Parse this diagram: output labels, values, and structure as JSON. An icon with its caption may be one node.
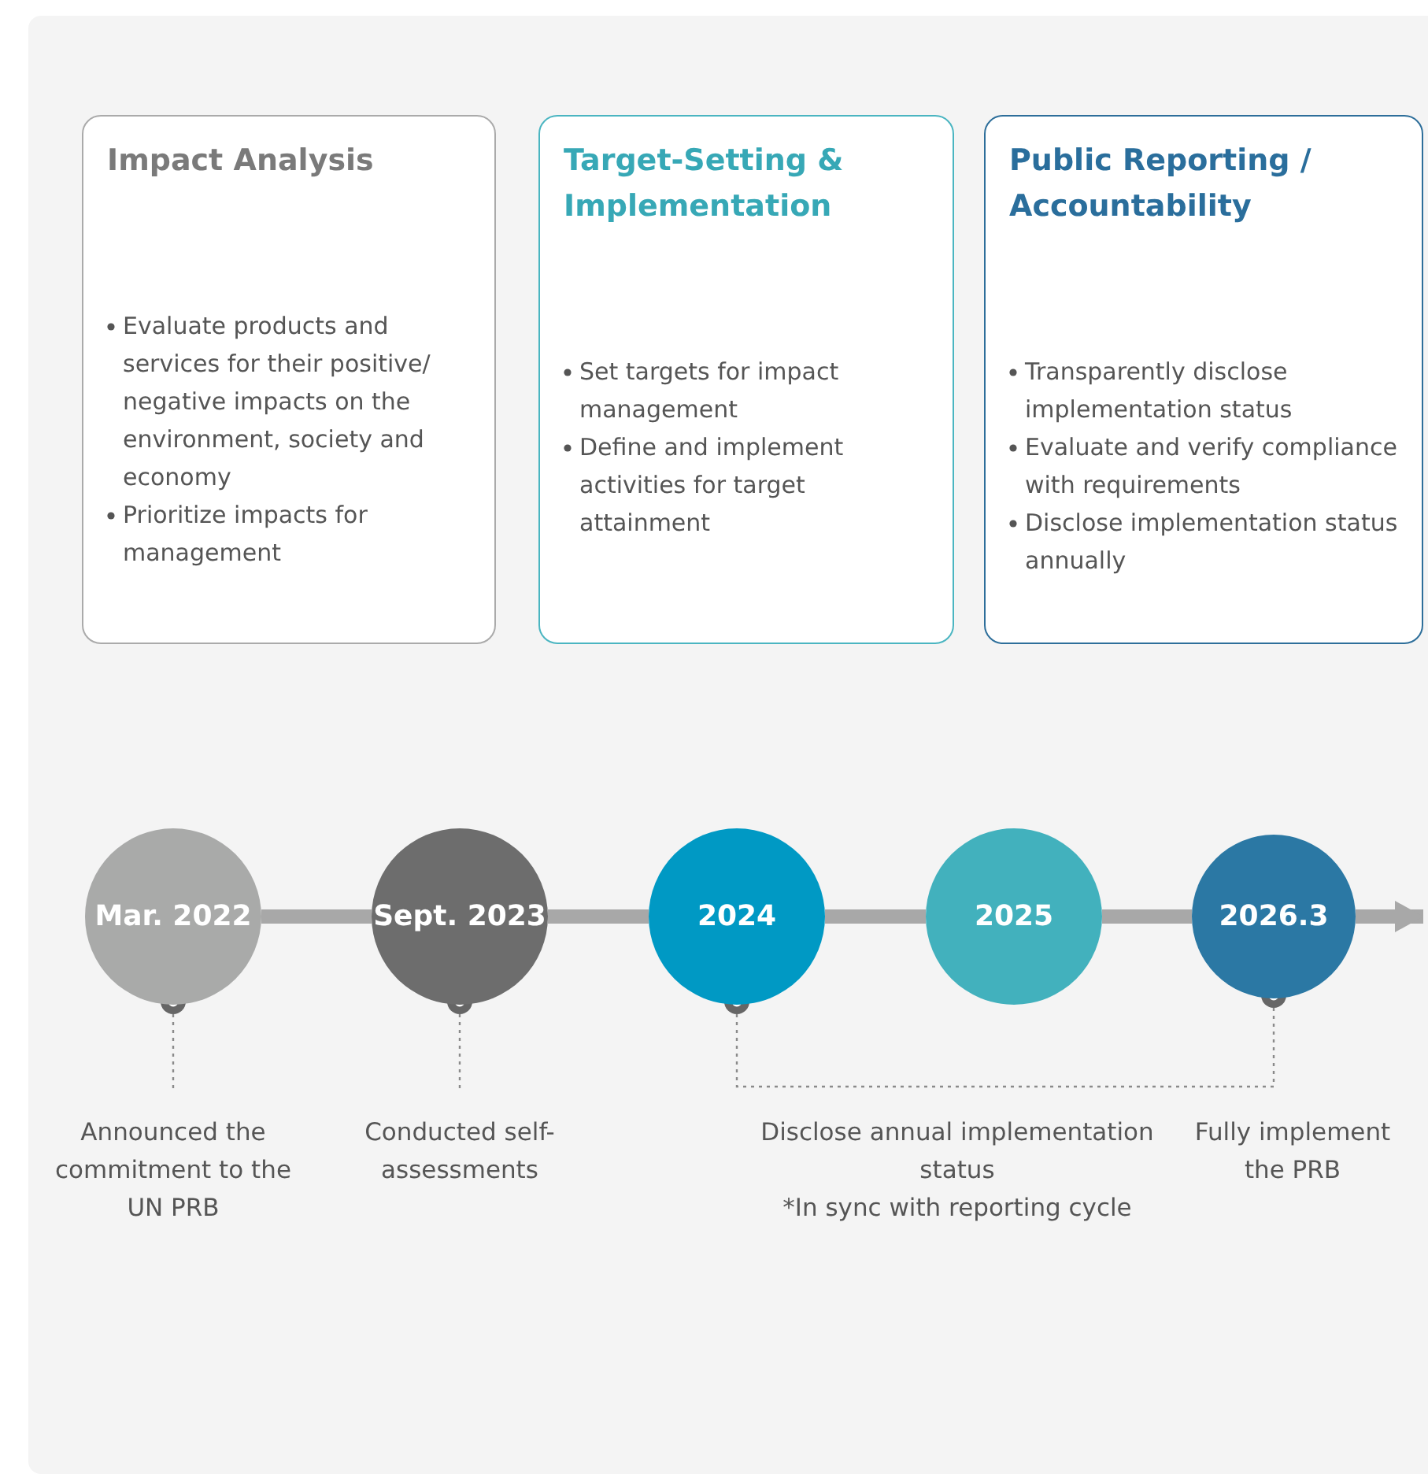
{
  "diagram": {
    "nodes": [
      {
        "text": [
          "Impact Analysis",
          "Evaluate products and services for their positive/ negative impacts on the environment, society and economy",
          "Prioritize impacts for management"
        ]
      },
      {
        "text": [
          "Target-Setting & Implementation",
          "Set targets for impact management",
          "Define and implement activities for target attainment"
        ]
      },
      {
        "text": [
          "Public Reporting / Accountability",
          "Transparently disclose implementation status",
          "Evaluate and verify compliance with requirements",
          "Disclose implementation status annually"
        ]
      },
      {
        "text": [
          "Mar. 2022"
        ]
      },
      {
        "text": [
          "Sept. 2023"
        ]
      },
      {
        "text": [
          "2024"
        ]
      },
      {
        "text": [
          "2025"
        ]
      },
      {
        "text": [
          "2026.3"
        ]
      },
      {
        "text": [
          "Announced the commitment to the UN PRB"
        ]
      },
      {
        "text": [
          "Conducted self-assessments"
        ]
      },
      {
        "text": [
          "Disclose annual implementation status",
          "*In sync with reporting cycle"
        ]
      },
      {
        "text": [
          "Fully implement the PRB"
        ]
      }
    ],
    "edges": [
      {
        "from": 3,
        "to": 4,
        "arrow": "none"
      },
      {
        "from": 4,
        "to": 5,
        "arrow": "none"
      },
      {
        "from": 5,
        "to": 6,
        "arrow": "none"
      },
      {
        "from": 6,
        "to": 7,
        "arrow": "none"
      },
      {
        "from": 7,
        "to": null,
        "arrow": "to"
      },
      {
        "from": 3,
        "to": 8,
        "arrow": "none",
        "style": "dashed"
      },
      {
        "from": 4,
        "to": 9,
        "arrow": "none",
        "style": "dashed"
      },
      {
        "from": 5,
        "to": 7,
        "arrow": "none",
        "style": "dashed"
      }
    ]
  }
}
